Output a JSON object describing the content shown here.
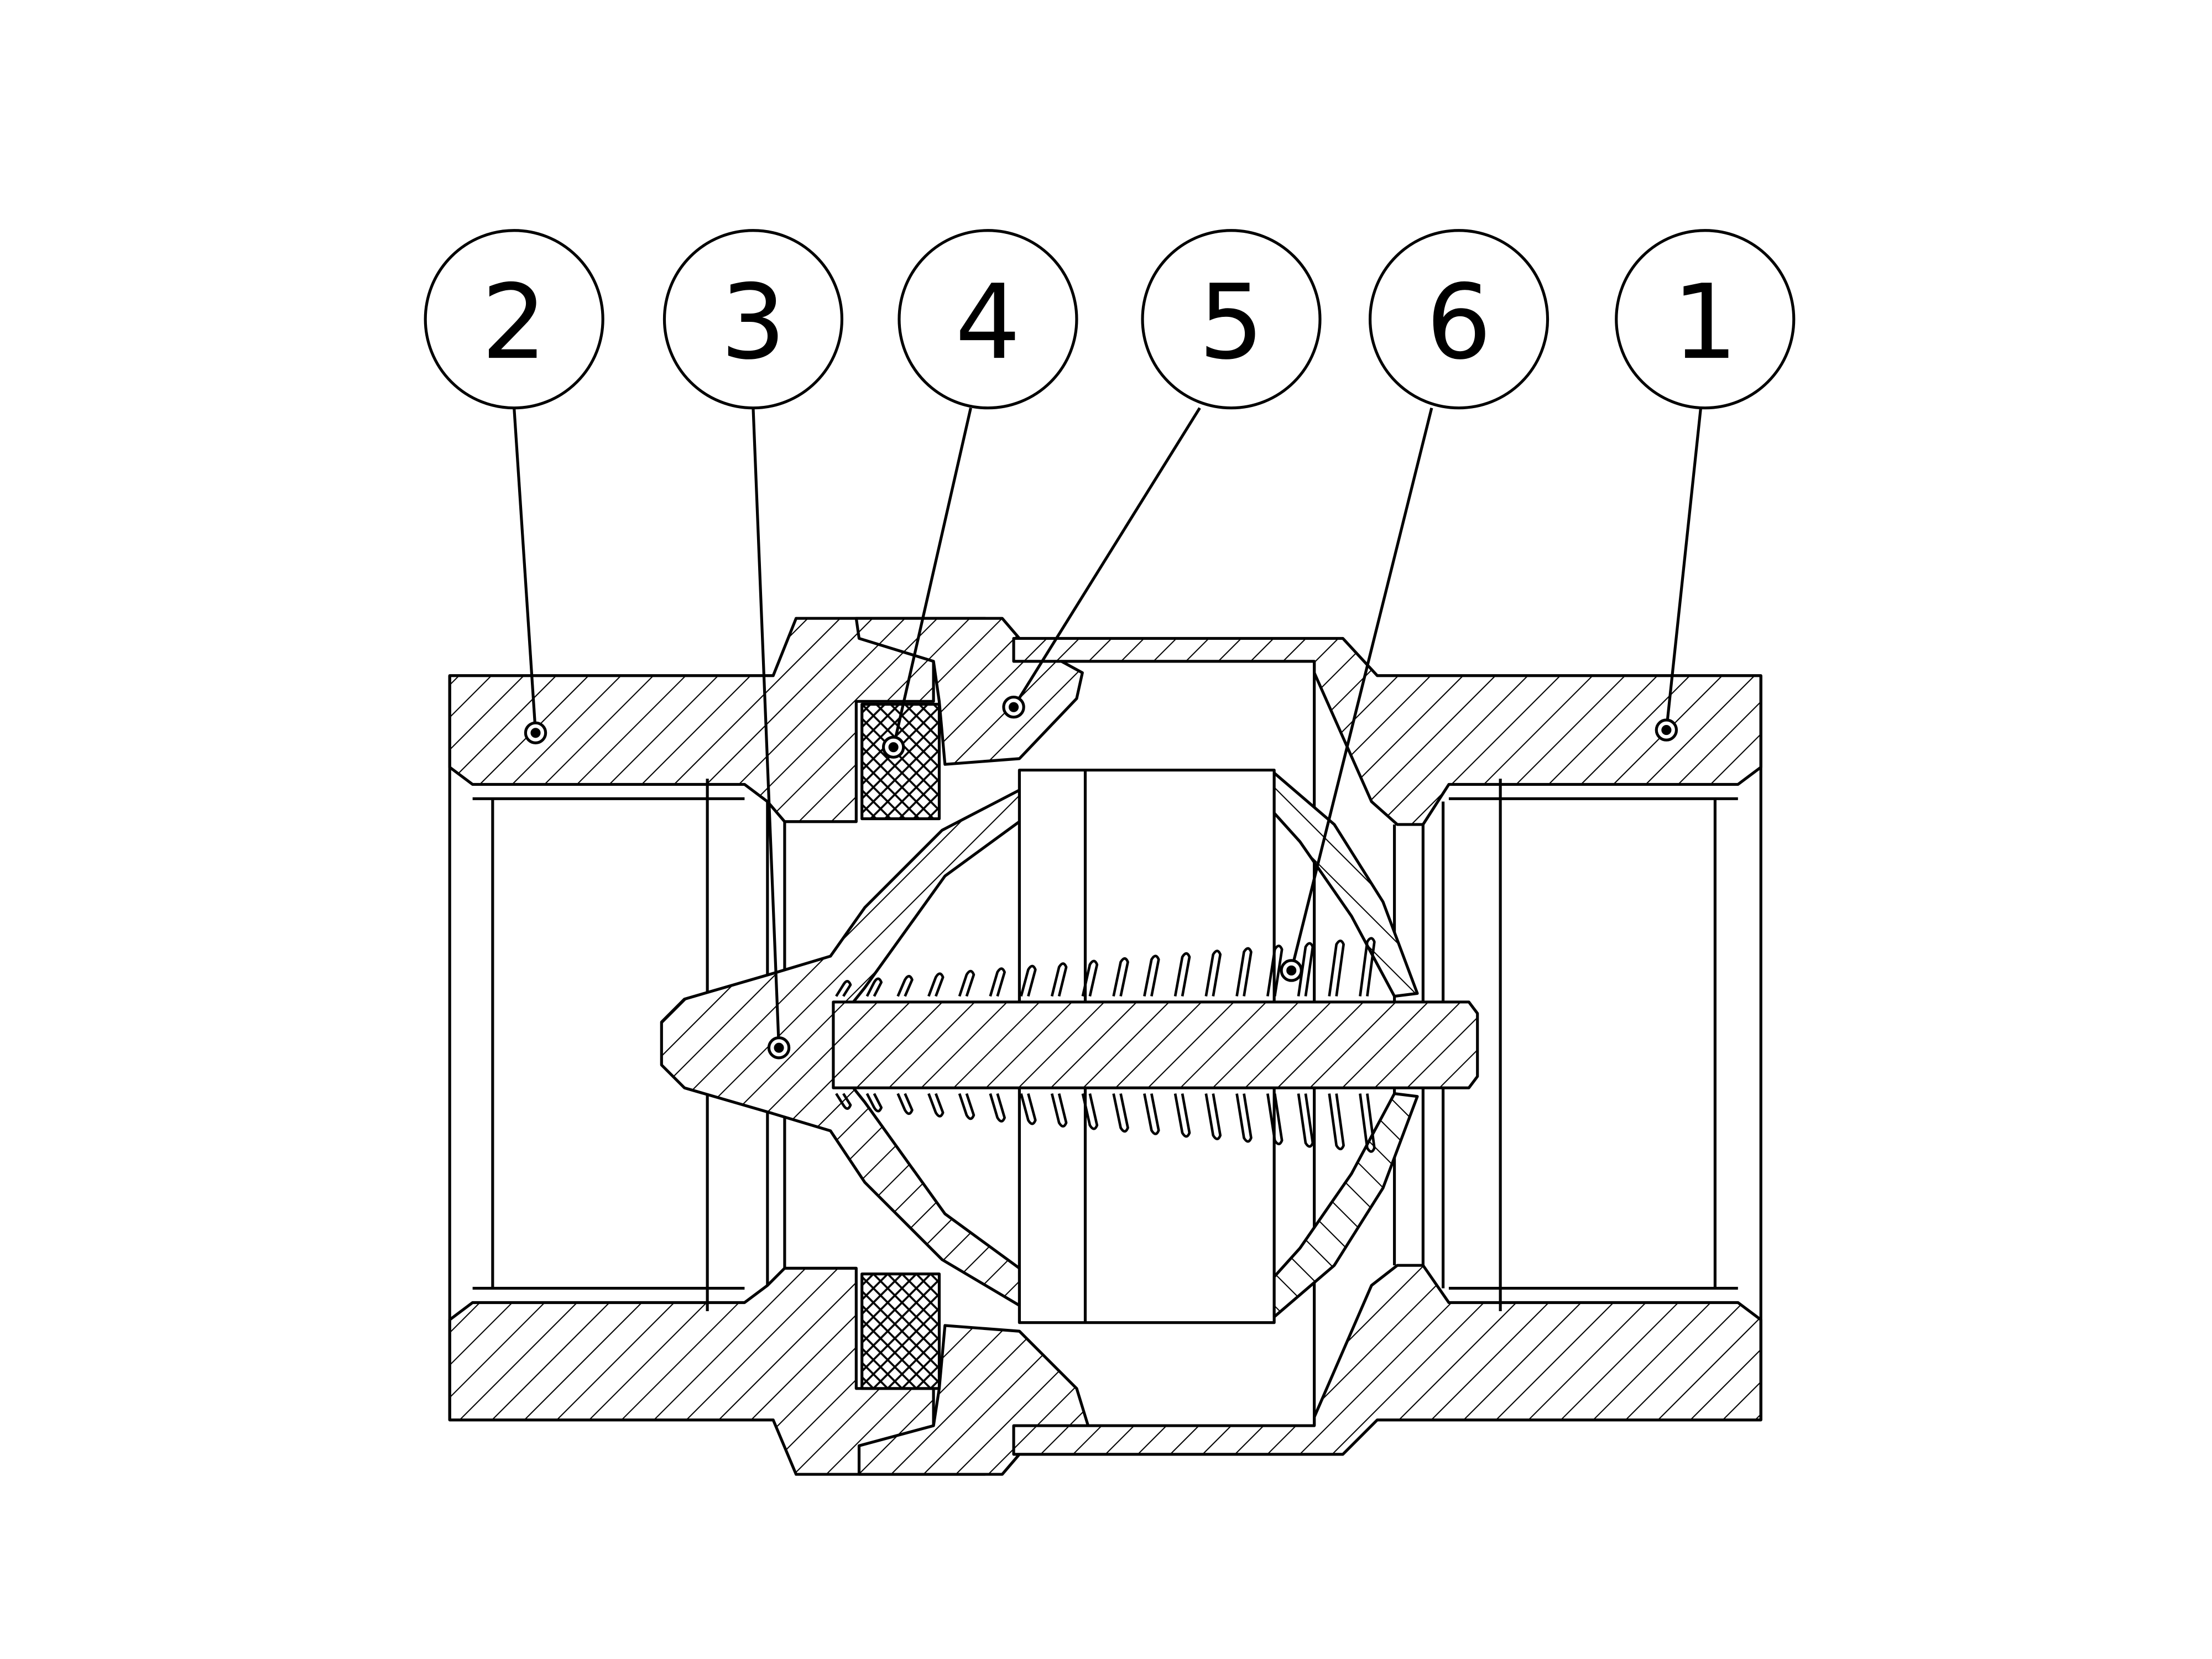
{
  "colors": {
    "background": "#ffffff",
    "line": "#000000"
  },
  "callouts": [
    {
      "id": "balloon-2",
      "label": "2",
      "part": "valve-body-inlet"
    },
    {
      "id": "balloon-3",
      "label": "3",
      "part": "poppet-disc"
    },
    {
      "id": "balloon-4",
      "label": "4",
      "part": "o-ring-seal"
    },
    {
      "id": "balloon-5",
      "label": "5",
      "part": "seat-retainer"
    },
    {
      "id": "balloon-6",
      "label": "6",
      "part": "spring"
    },
    {
      "id": "balloon-1",
      "label": "1",
      "part": "valve-body-outlet"
    }
  ]
}
